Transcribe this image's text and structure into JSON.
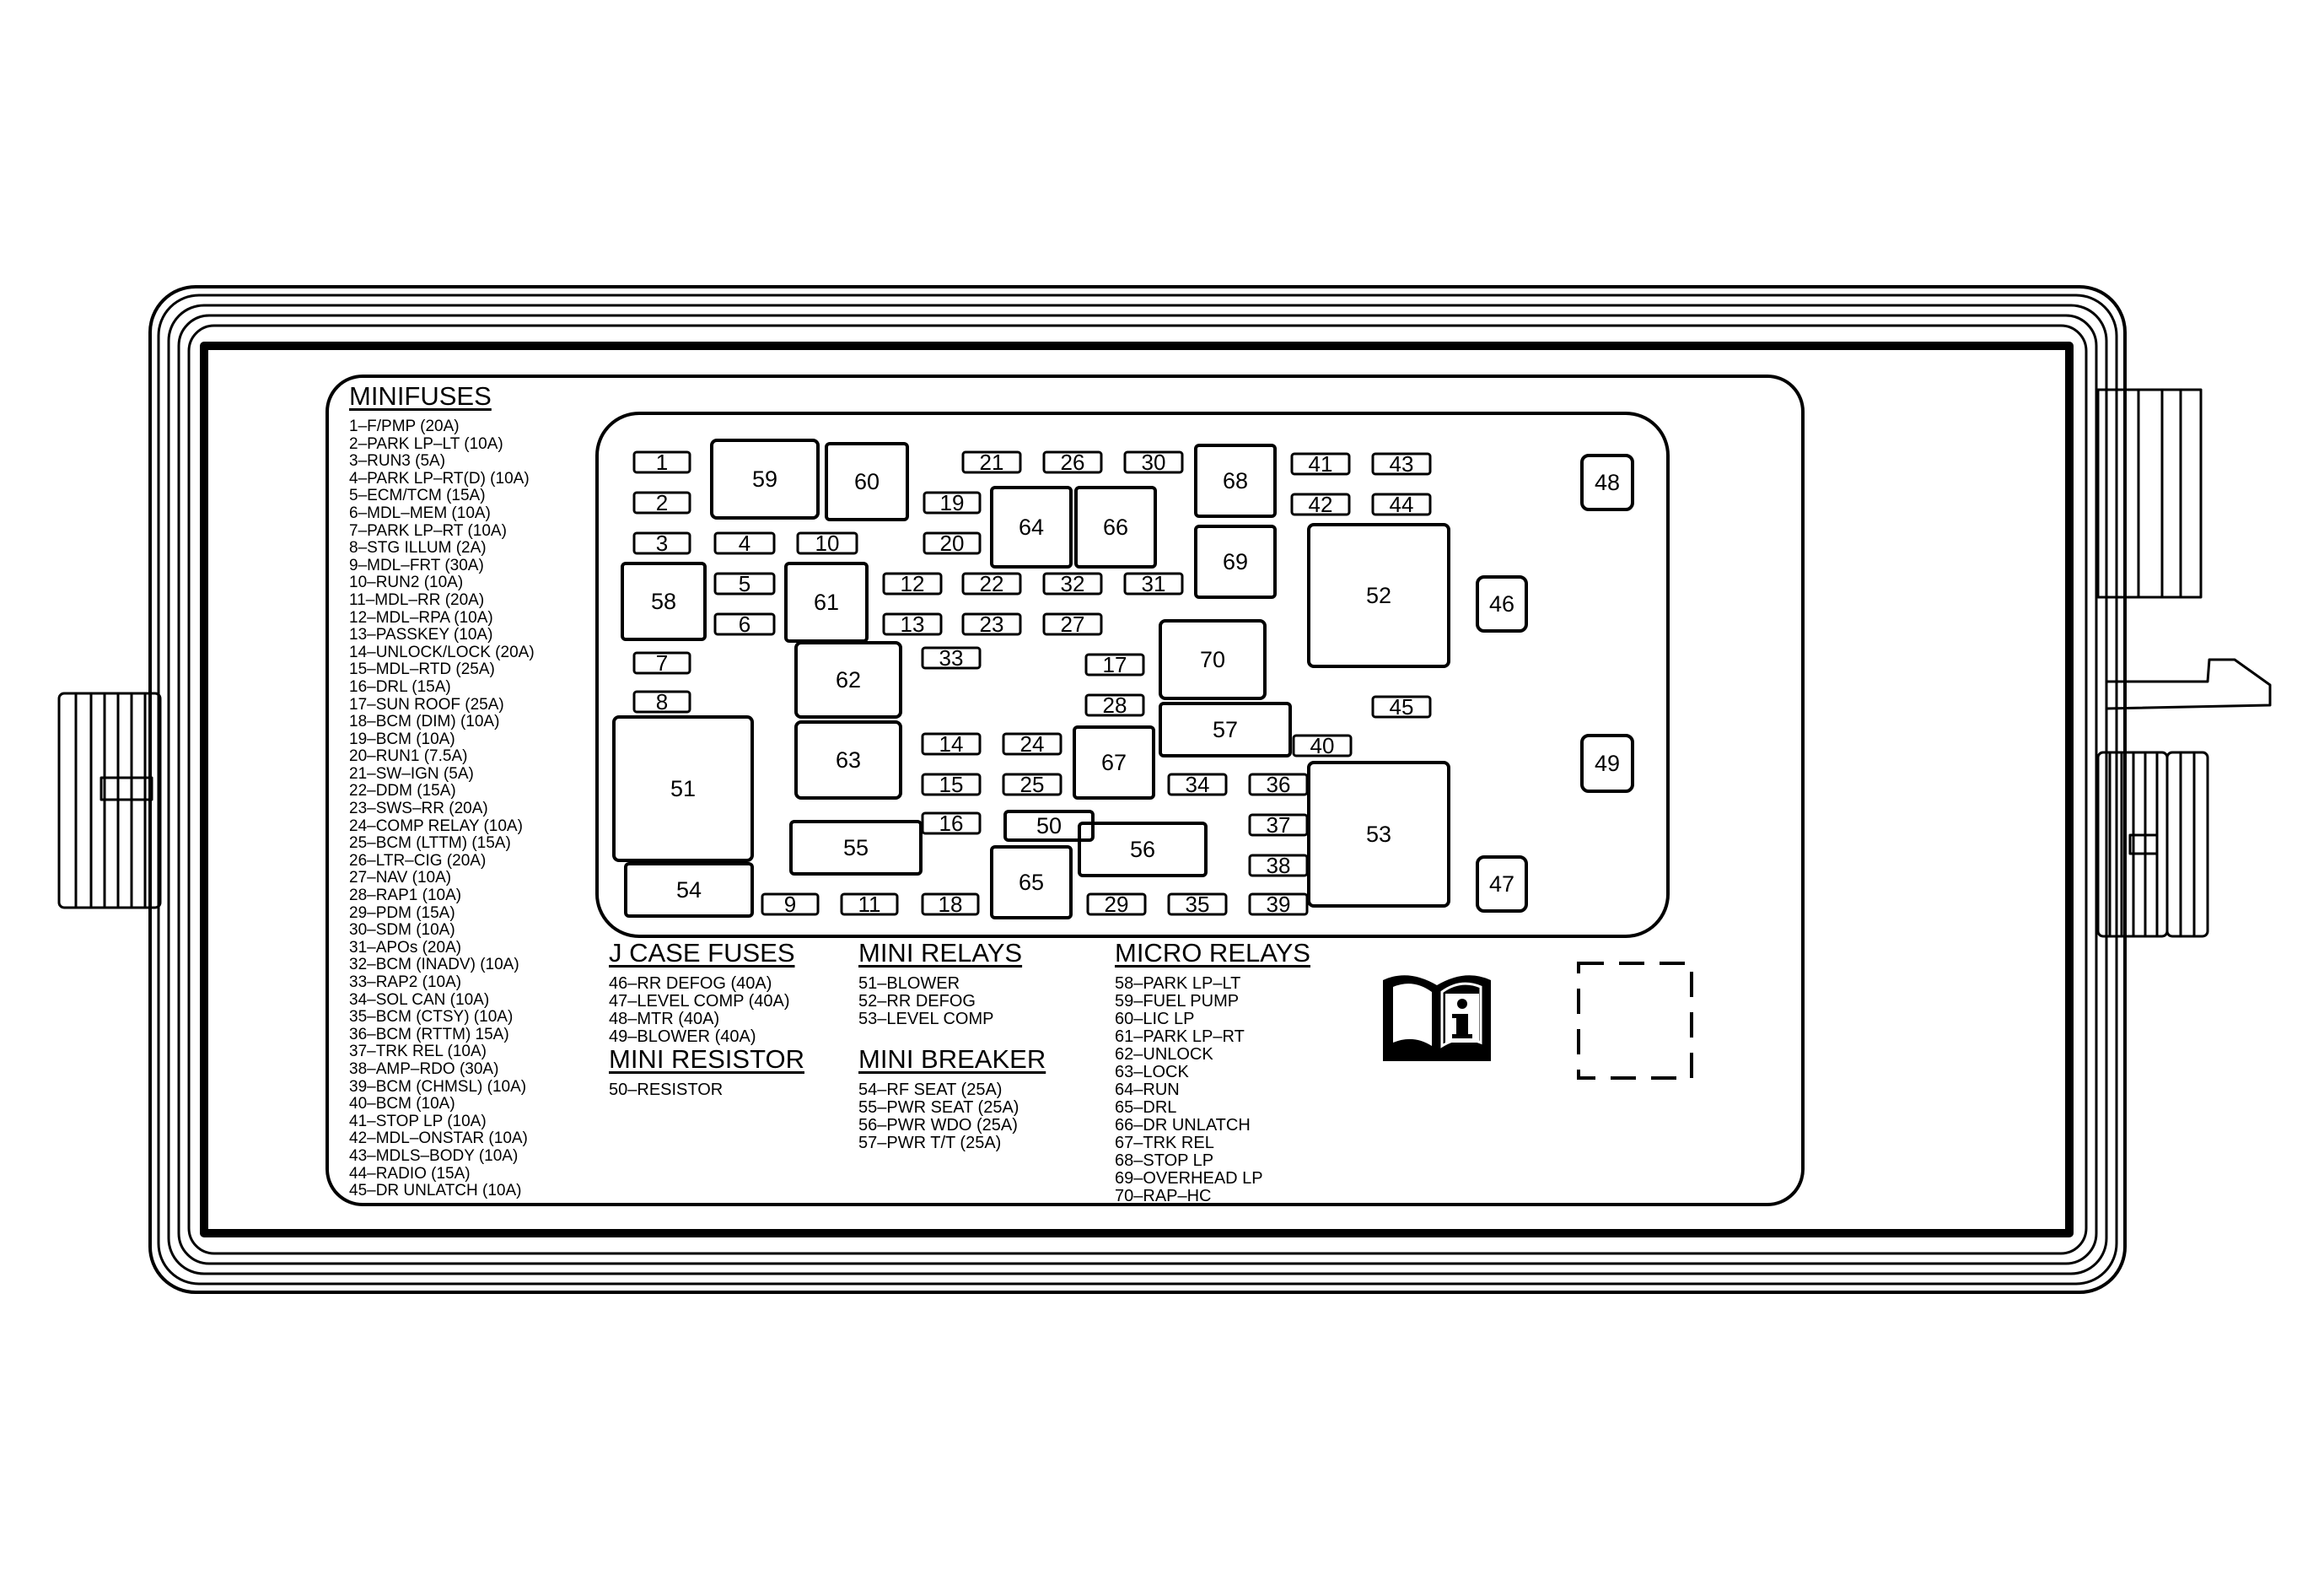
{
  "sections": {
    "minifuses": {
      "title": "MINIFUSES",
      "items": [
        "1–F/PMP (20A)",
        "2–PARK LP–LT (10A)",
        "3–RUN3 (5A)",
        "4–PARK LP–RT(D) (10A)",
        "5–ECM/TCM (15A)",
        "6–MDL–MEM (10A)",
        "7–PARK LP–RT (10A)",
        "8–STG ILLUM (2A)",
        "9–MDL–FRT (30A)",
        "10–RUN2 (10A)",
        "11–MDL–RR (20A)",
        "12–MDL–RPA (10A)",
        "13–PASSKEY (10A)",
        "14–UNLOCK/LOCK (20A)",
        "15–MDL–RTD (25A)",
        "16–DRL (15A)",
        "17–SUN ROOF (25A)",
        "18–BCM (DIM) (10A)",
        "19–BCM (10A)",
        "20–RUN1 (7.5A)",
        "21–SW–IGN (5A)",
        "22–DDM (15A)",
        "23–SWS–RR (20A)",
        "24–COMP RELAY (10A)",
        "25–BCM (LTTM) (15A)",
        "26–LTR–CIG (20A)",
        "27–NAV (10A)",
        "28–RAP1 (10A)",
        "29–PDM (15A)",
        "30–SDM (10A)",
        "31–APOs (20A)",
        "32–BCM (INADV) (10A)",
        "33–RAP2 (10A)",
        "34–SOL CAN (10A)",
        "35–BCM (CTSY) (10A)",
        "36–BCM (RTTM) 15A)",
        "37–TRK REL (10A)",
        "38–AMP–RDO (30A)",
        "39–BCM (CHMSL) (10A)",
        "40–BCM (10A)",
        "41–STOP LP (10A)",
        "42–MDL–ONSTAR (10A)",
        "43–MDLS–BODY (10A)",
        "44–RADIO (15A)",
        "45–DR UNLATCH (10A)"
      ]
    },
    "j_case_fuses": {
      "title": "J CASE FUSES",
      "items": [
        "46–RR DEFOG (40A)",
        "47–LEVEL COMP (40A)",
        "48–MTR (40A)",
        "49–BLOWER (40A)"
      ]
    },
    "mini_resistor": {
      "title": "MINI RESISTOR",
      "items": [
        "50–RESISTOR"
      ]
    },
    "mini_relays": {
      "title": "MINI RELAYS",
      "items": [
        "51–BLOWER",
        "52–RR DEFOG",
        "53–LEVEL COMP"
      ]
    },
    "mini_breaker": {
      "title": "MINI BREAKER",
      "items": [
        "54–RF SEAT (25A)",
        "55–PWR SEAT (25A)",
        "56–PWR WDO (25A)",
        "57–PWR T/T (25A)"
      ]
    },
    "micro_relays": {
      "title": "MICRO RELAYS",
      "items": [
        "58–PARK LP–LT",
        "59–FUEL PUMP",
        "60–LIC LP",
        "61–PARK LP–RT",
        "62–UNLOCK",
        "63–LOCK",
        "64–RUN",
        "65–DRL",
        "66–DR UNLATCH",
        "67–TRK REL",
        "68–STOP LP",
        "69–OVERHEAD LP",
        "70–RAP–HC"
      ]
    }
  },
  "slot_labels": {
    "1": "1",
    "2": "2",
    "3": "3",
    "4": "4",
    "5": "5",
    "6": "6",
    "7": "7",
    "8": "8",
    "9": "9",
    "10": "10",
    "11": "11",
    "12": "12",
    "13": "13",
    "14": "14",
    "15": "15",
    "16": "16",
    "17": "17",
    "18": "18",
    "19": "19",
    "20": "20",
    "21": "21",
    "22": "22",
    "23": "23",
    "24": "24",
    "25": "25",
    "26": "26",
    "27": "27",
    "28": "28",
    "29": "29",
    "30": "30",
    "31": "31",
    "32": "32",
    "33": "33",
    "34": "34",
    "35": "35",
    "36": "36",
    "37": "37",
    "38": "38",
    "39": "39",
    "40": "40",
    "41": "41",
    "42": "42",
    "43": "43",
    "44": "44",
    "45": "45",
    "46": "46",
    "47": "47",
    "48": "48",
    "49": "49",
    "50": "50",
    "51": "51",
    "52": "52",
    "53": "53",
    "54": "54",
    "55": "55",
    "56": "56",
    "57": "57",
    "58": "58",
    "59": "59",
    "60": "60",
    "61": "61",
    "62": "62",
    "63": "63",
    "64": "64",
    "65": "65",
    "66": "66",
    "67": "67",
    "68": "68",
    "69": "69",
    "70": "70"
  },
  "icons": {
    "manual": "info-book-icon"
  }
}
